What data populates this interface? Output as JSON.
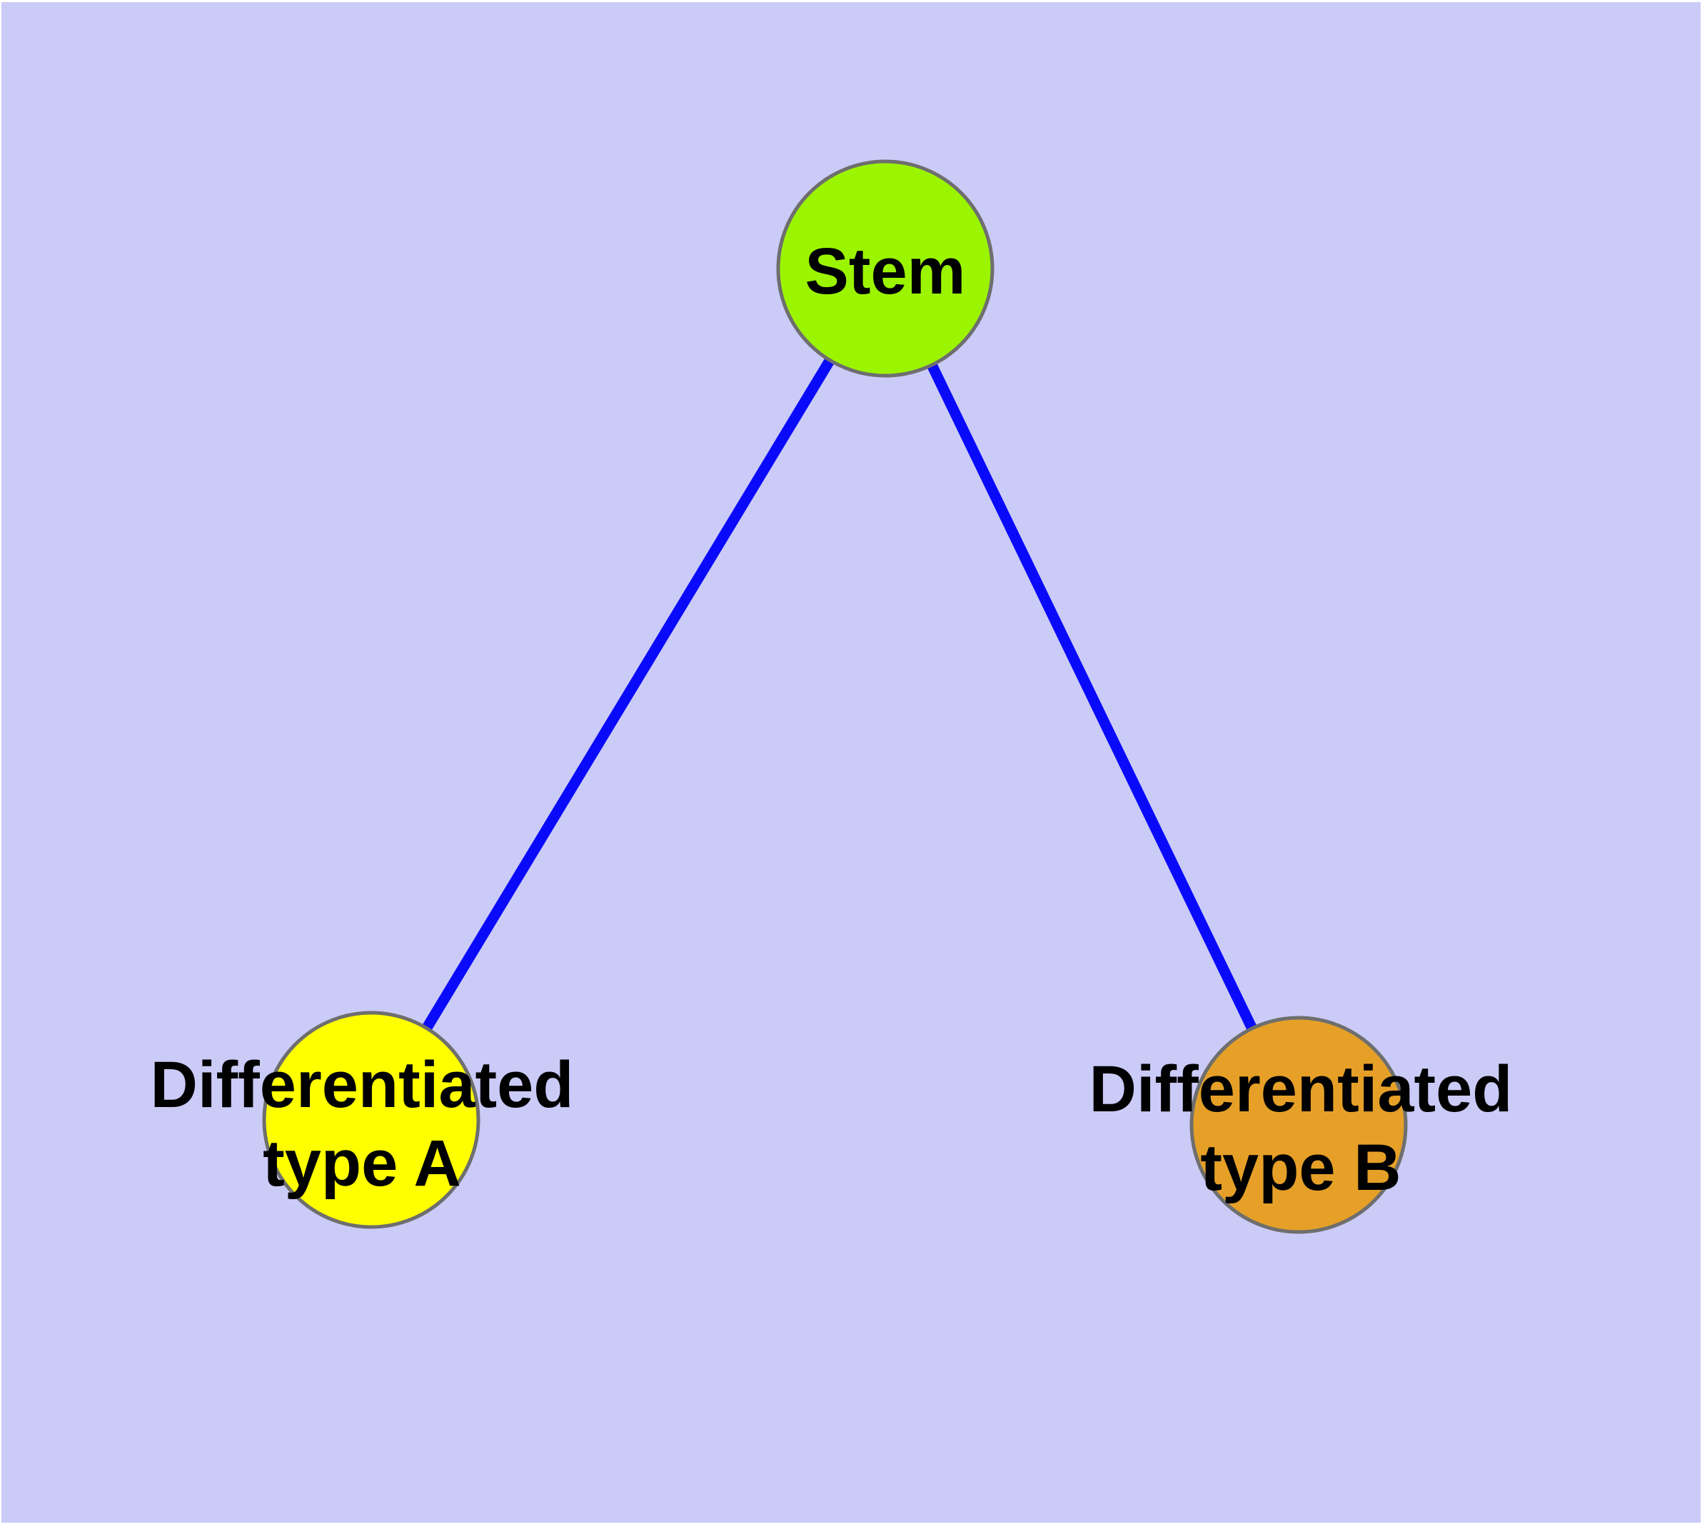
{
  "canvas": {
    "background": "#CBCBF8",
    "frame_color": "#FFFFFF"
  },
  "colors": {
    "edge": "#0A0AFA",
    "node_border": "#6E6E6E",
    "label": "#000000"
  },
  "nodes": [
    {
      "id": "stem",
      "lines": [
        "Stem"
      ],
      "color": "#9BF500"
    },
    {
      "id": "differentiated-type-a",
      "lines": [
        "Differentiated",
        "type A"
      ],
      "color": "#FFFF00"
    },
    {
      "id": "differentiated-type-b",
      "lines": [
        "Differentiated",
        "type B"
      ],
      "color": "#E6A028"
    }
  ],
  "edges": [
    {
      "from": "stem",
      "to": "differentiated-type-a"
    },
    {
      "from": "stem",
      "to": "differentiated-type-b"
    }
  ]
}
